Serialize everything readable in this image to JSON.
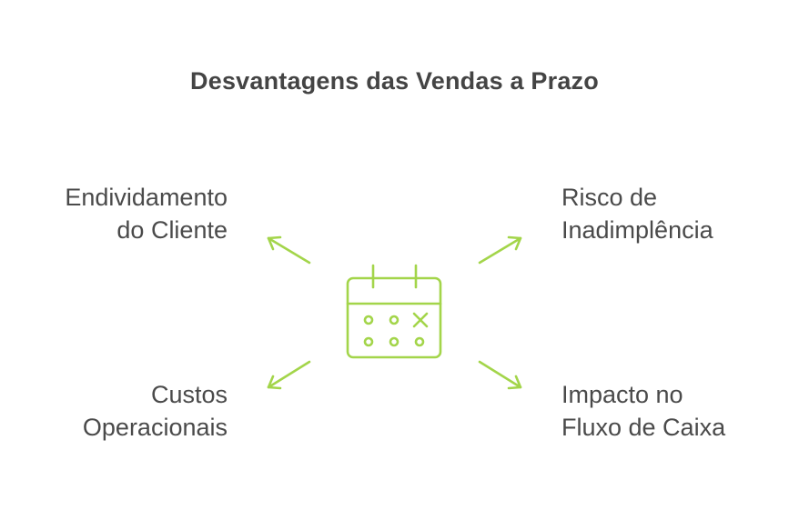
{
  "title": "Desvantagens das Vendas a Prazo",
  "accent_color": "#a3d54a",
  "center_icon": "calendar-x-icon",
  "items": [
    {
      "position": "top-left",
      "line1": "Endividamento",
      "line2": "do Cliente"
    },
    {
      "position": "top-right",
      "line1": "Risco de",
      "line2": "Inadimplência"
    },
    {
      "position": "bottom-left",
      "line1": "Custos",
      "line2": "Operacionais"
    },
    {
      "position": "bottom-right",
      "line1": "Impacto no",
      "line2": "Fluxo de Caixa"
    }
  ]
}
